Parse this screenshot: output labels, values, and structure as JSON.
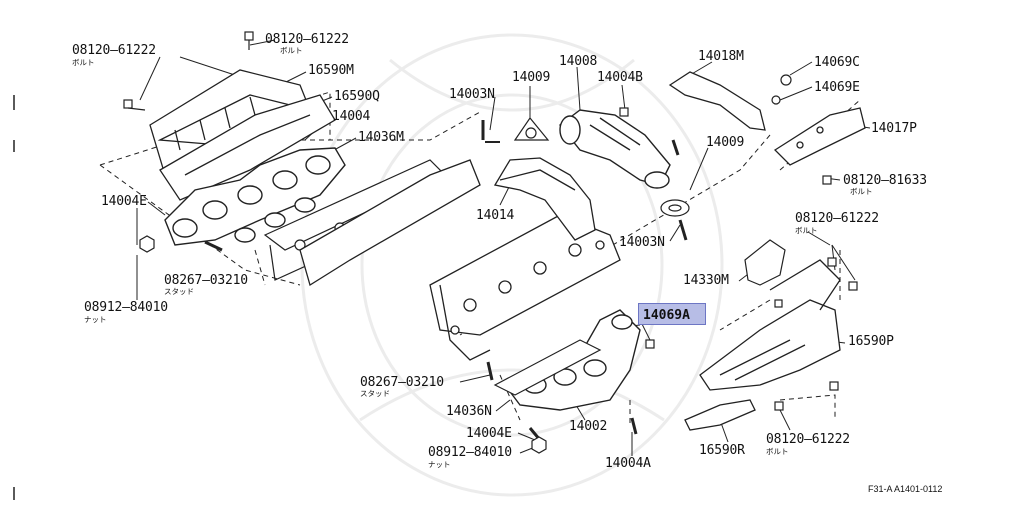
{
  "diagram": {
    "footer_code": "F31-A A1401-0112",
    "highlighted": "14069A",
    "labels": {
      "l1": "08120–61222",
      "l2": "08120–61222",
      "l3": "16590M",
      "l4": "16590Q",
      "l5": "14004",
      "l6": "14036M",
      "l7": "14003N",
      "l8": "14009",
      "l9": "14008",
      "l10": "14004B",
      "l11": "14018M",
      "l12": "14069C",
      "l13": "14069E",
      "l14": "14017P",
      "l15": "08120–81633",
      "l16": "14009",
      "l17": "14004E",
      "l18": "14014",
      "l19": "14003N",
      "l20": "08120–61222",
      "l21": "08267–03210",
      "l22": "14330M",
      "l23": "08912–84010",
      "l24": "16590P",
      "l25": "08267–03210",
      "l26": "14036N",
      "l27": "14004E",
      "l28": "14002",
      "l29": "08912–84010",
      "l30": "14004A",
      "l31": "16590R",
      "l32": "08120–61222"
    },
    "kana": {
      "bolt": "ボルト",
      "stud": "スタッド",
      "nut": "ナット"
    }
  }
}
